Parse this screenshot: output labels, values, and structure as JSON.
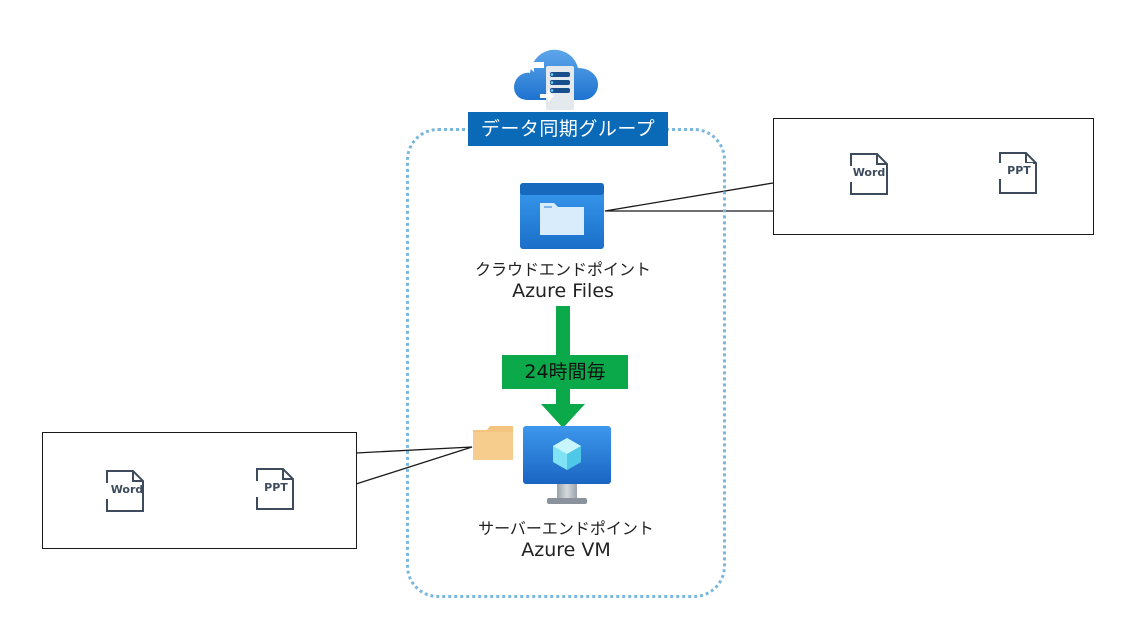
{
  "sync_group": {
    "label": "データ同期グループ",
    "icon": "cloud-server-sync-icon"
  },
  "cloud_endpoint": {
    "title": "クラウドエンドポイント",
    "service": "Azure Files",
    "icon": "azure-files-folder-icon",
    "files": [
      {
        "label": "Word",
        "icon": "document-icon"
      },
      {
        "label": "PPT",
        "icon": "document-icon"
      }
    ]
  },
  "server_endpoint": {
    "title": "サーバーエンドポイント",
    "service": "Azure VM",
    "icon": "azure-vm-monitor-icon",
    "folder_icon": "folder-icon",
    "files": [
      {
        "label": "Word",
        "icon": "document-icon"
      },
      {
        "label": "PPT",
        "icon": "document-icon"
      }
    ]
  },
  "sync_arrow": {
    "label": "24時間毎",
    "color": "#0ca94a"
  },
  "colors": {
    "group_label_bg": "#0b6ab7",
    "boundary": "#79b8dc",
    "arrow": "#0ca94a",
    "folder": "#f2c47f"
  }
}
